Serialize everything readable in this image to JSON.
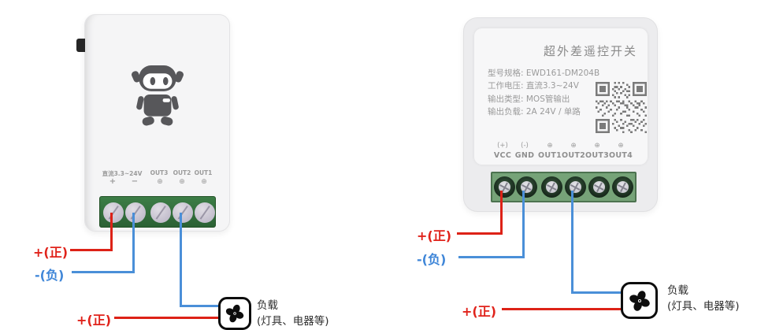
{
  "colors": {
    "wire_red": "#e0231b",
    "wire_blue": "#4a8fd8",
    "terminal_block_left": "#2e6a36",
    "terminal_block_right": "#76a378",
    "device_body": "#f5f5f6"
  },
  "left_diagram": {
    "power_label": "直流3.3~24V",
    "plus": "+",
    "minus": "−",
    "screw_symbol": "⊕",
    "outputs": [
      "OUT3",
      "OUT2",
      "OUT1"
    ],
    "wire_labels": {
      "positive": "+(正)",
      "negative": "-(负)",
      "load_positive": "+(正)"
    },
    "load": {
      "title": "负载",
      "subtitle": "(灯具、电器等)"
    }
  },
  "right_diagram": {
    "title": "超外差遥控开关",
    "specs": [
      "型号规格: EWD161-DM204B",
      "工作电压: 直流3.3~24V",
      "输出类型: MOS管输出",
      "输出负载: 2A 24V / 单路"
    ],
    "terminals": [
      {
        "symbol": "(+)",
        "name": "VCC"
      },
      {
        "symbol": "(-)",
        "name": "GND"
      },
      {
        "symbol": "⊕",
        "name": "OUT1"
      },
      {
        "symbol": "⊕",
        "name": "OUT2"
      },
      {
        "symbol": "⊕",
        "name": "OUT3"
      },
      {
        "symbol": "⊕",
        "name": "OUT4"
      }
    ],
    "wire_labels": {
      "positive": "+(正)",
      "negative": "-(负)",
      "load_positive": "+(正)"
    },
    "load": {
      "title": "负载",
      "subtitle": "(灯具、电器等)"
    }
  }
}
